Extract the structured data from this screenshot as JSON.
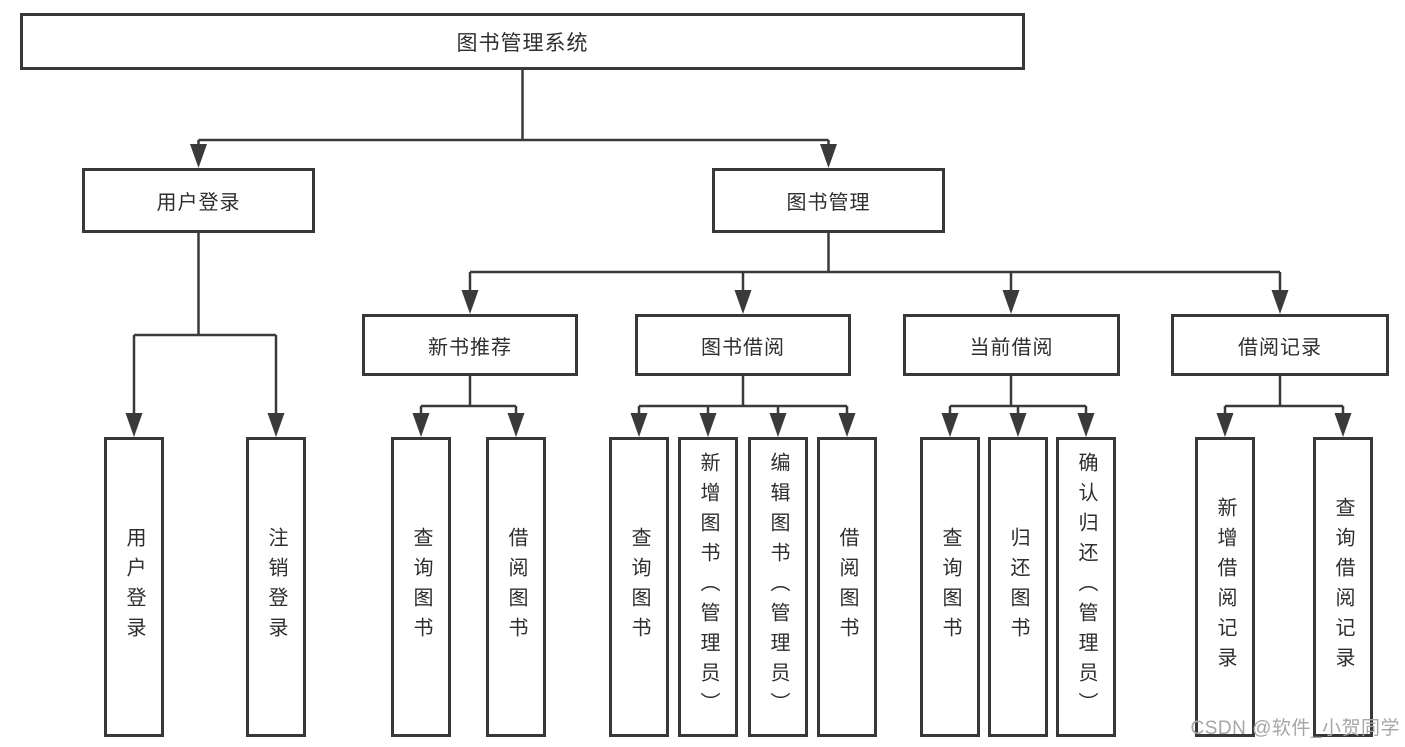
{
  "colors": {
    "line": "#3a3a3a",
    "box_border": "#383838",
    "text": "#2e2e2e",
    "watermark": "#a6a6a6",
    "background": "#ffffff"
  },
  "tree": {
    "label": "图书管理系统",
    "children": [
      {
        "label": "用户登录",
        "children": [
          {
            "label": "用户登录"
          },
          {
            "label": "注销登录"
          }
        ]
      },
      {
        "label": "图书管理",
        "children": [
          {
            "label": "新书推荐",
            "children": [
              {
                "label": "查询图书"
              },
              {
                "label": "借阅图书"
              }
            ]
          },
          {
            "label": "图书借阅",
            "children": [
              {
                "label": "查询图书"
              },
              {
                "label": "新增图书（管理员）"
              },
              {
                "label": "编辑图书（管理员）"
              },
              {
                "label": "借阅图书"
              }
            ]
          },
          {
            "label": "当前借阅",
            "children": [
              {
                "label": "查询图书"
              },
              {
                "label": "归还图书"
              },
              {
                "label": "确认归还（管理员）"
              }
            ]
          },
          {
            "label": "借阅记录",
            "children": [
              {
                "label": "新增借阅记录"
              },
              {
                "label": "查询借阅记录"
              }
            ]
          }
        ]
      }
    ]
  },
  "watermark": "CSDN @软件_小贺同学"
}
